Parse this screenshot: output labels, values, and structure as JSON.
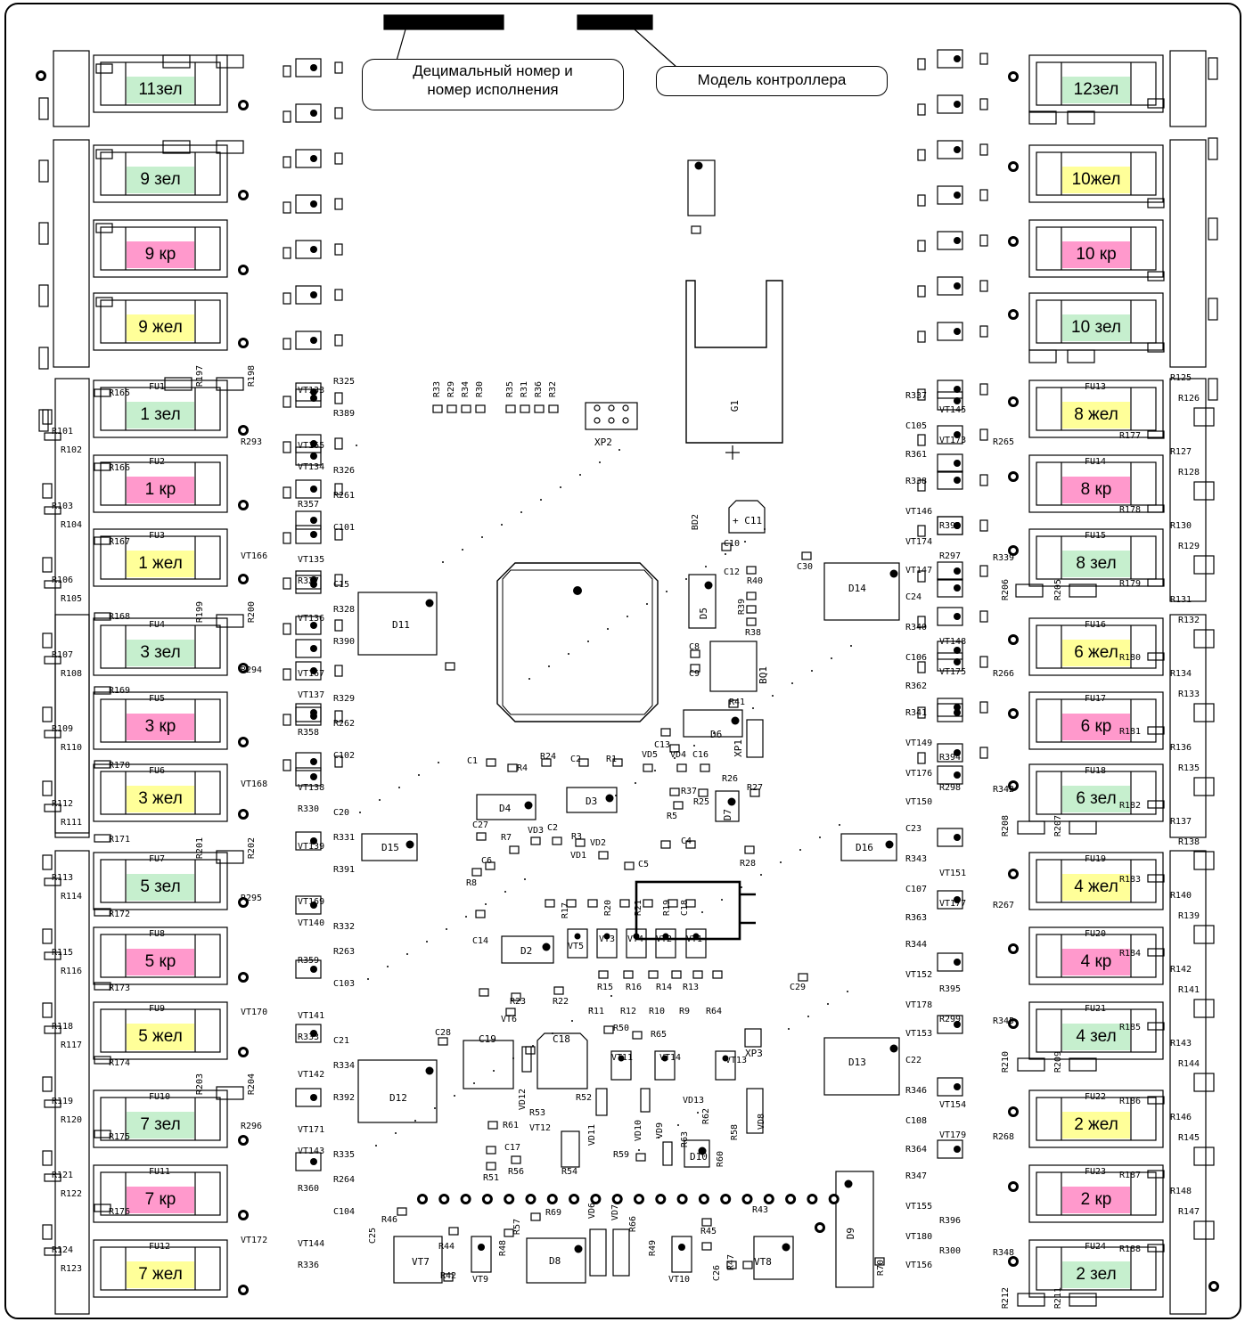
{
  "callouts": {
    "decimal": "Децимальный номер и\nномер исполнения",
    "model": "Модель контроллера"
  },
  "colors": {
    "green": "#c6efce",
    "yellow": "#ffff99",
    "red": "#ff99cc",
    "stroke": "#000000"
  },
  "fuses_left": [
    {
      "fu": "",
      "label": "11зел",
      "color": "green"
    },
    {
      "fu": "",
      "label": "9 зел",
      "color": "green"
    },
    {
      "fu": "",
      "label": "9 кр",
      "color": "red"
    },
    {
      "fu": "",
      "label": "9 жел",
      "color": "yellow"
    },
    {
      "fu": "FU1",
      "label": "1 зел",
      "color": "green"
    },
    {
      "fu": "FU2",
      "label": "1 кр",
      "color": "red"
    },
    {
      "fu": "FU3",
      "label": "1 жел",
      "color": "yellow"
    },
    {
      "fu": "FU4",
      "label": "3 зел",
      "color": "green"
    },
    {
      "fu": "FU5",
      "label": "3 кр",
      "color": "red"
    },
    {
      "fu": "FU6",
      "label": "3 жел",
      "color": "yellow"
    },
    {
      "fu": "FU7",
      "label": "5 зел",
      "color": "green"
    },
    {
      "fu": "FU8",
      "label": "5 кр",
      "color": "red"
    },
    {
      "fu": "FU9",
      "label": "5 жел",
      "color": "yellow"
    },
    {
      "fu": "FU10",
      "label": "7 зел",
      "color": "green"
    },
    {
      "fu": "FU11",
      "label": "7 кр",
      "color": "red"
    },
    {
      "fu": "FU12",
      "label": "7 жел",
      "color": "yellow"
    }
  ],
  "fuses_right": [
    {
      "fu": "",
      "label": "12зел",
      "color": "green"
    },
    {
      "fu": "",
      "label": "10жел",
      "color": "yellow"
    },
    {
      "fu": "",
      "label": "10 кр",
      "color": "red"
    },
    {
      "fu": "",
      "label": "10 зел",
      "color": "green"
    },
    {
      "fu": "FU13",
      "label": "8 жел",
      "color": "yellow"
    },
    {
      "fu": "FU14",
      "label": "8 кр",
      "color": "red"
    },
    {
      "fu": "FU15",
      "label": "8 зел",
      "color": "green"
    },
    {
      "fu": "FU16",
      "label": "6 жел",
      "color": "yellow"
    },
    {
      "fu": "FU17",
      "label": "6 кр",
      "color": "red"
    },
    {
      "fu": "FU18",
      "label": "6 зел",
      "color": "green"
    },
    {
      "fu": "FU19",
      "label": "4 жел",
      "color": "yellow"
    },
    {
      "fu": "FU20",
      "label": "4 кр",
      "color": "red"
    },
    {
      "fu": "FU21",
      "label": "4 зел",
      "color": "green"
    },
    {
      "fu": "FU22",
      "label": "2 жел",
      "color": "yellow"
    },
    {
      "fu": "FU23",
      "label": "2 кр",
      "color": "red"
    },
    {
      "fu": "FU24",
      "label": "2 зел",
      "color": "green"
    }
  ],
  "ics": [
    {
      "name": "D11",
      "label": "D11"
    },
    {
      "name": "D14",
      "label": "D14"
    },
    {
      "name": "D15",
      "label": "D15"
    },
    {
      "name": "D16",
      "label": "D16"
    },
    {
      "name": "D12",
      "label": "D12"
    },
    {
      "name": "D13",
      "label": "D13"
    },
    {
      "name": "D4",
      "label": "D4"
    },
    {
      "name": "D3",
      "label": "D3"
    },
    {
      "name": "D2",
      "label": "D2"
    },
    {
      "name": "D6",
      "label": "D6"
    },
    {
      "name": "D8",
      "label": "D8"
    },
    {
      "name": "D9",
      "label": "D9"
    },
    {
      "name": "D10",
      "label": "D10"
    },
    {
      "name": "BQ1",
      "label": "BQ1"
    },
    {
      "name": "G1",
      "label": "G1"
    },
    {
      "name": "XP2",
      "label": "XP2"
    },
    {
      "name": "XP3",
      "label": "XP3"
    },
    {
      "name": "XP1",
      "label": "XP1"
    },
    {
      "name": "C11",
      "label": "+ C11"
    },
    {
      "name": "C18",
      "label": "C18"
    },
    {
      "name": "C19",
      "label": "C19"
    },
    {
      "name": "VT7",
      "label": "VT7"
    },
    {
      "name": "VT8",
      "label": "VT8"
    },
    {
      "name": "D5",
      "label": "D5"
    },
    {
      "name": "D7",
      "label": "D7"
    }
  ],
  "refs_left_col": [
    "R165",
    "R101",
    "R102",
    "R166",
    "R103",
    "R104",
    "R167",
    "R106",
    "R105",
    "R168",
    "R107",
    "R108",
    "R169",
    "R109",
    "R110",
    "R170",
    "R112",
    "R111",
    "R171",
    "R113",
    "R114",
    "R172",
    "R115",
    "R116",
    "R173",
    "R118",
    "R117",
    "R174",
    "R119",
    "R120",
    "R175",
    "R121",
    "R122",
    "R176",
    "R124",
    "R123"
  ],
  "refs_mid_left": [
    "VT133",
    "R325",
    "R389",
    "R293",
    "VT165",
    "VT134",
    "R326",
    "R357",
    "R261",
    "C101",
    "VT166",
    "VT135",
    "R327",
    "C15",
    "VT136",
    "R328",
    "R390",
    "R294",
    "VT167",
    "VT137",
    "R329",
    "R358",
    "R262",
    "C102",
    "VT168",
    "VT138",
    "R330",
    "C20",
    "VT139",
    "R331",
    "R391",
    "R295",
    "VT169",
    "VT140",
    "R332",
    "R359",
    "R263",
    "C103",
    "VT170",
    "VT141",
    "R333",
    "C21",
    "VT142",
    "R334",
    "R392",
    "R296",
    "VT171",
    "VT143",
    "R335",
    "R360",
    "R264",
    "C104",
    "VT172",
    "VT144",
    "R336"
  ],
  "refs_mid_right": [
    "R337",
    "VT145",
    "C105",
    "VT173",
    "R265",
    "R361",
    "R338",
    "VT146",
    "R393",
    "VT174",
    "R297",
    "R339",
    "VT147",
    "C24",
    "R340",
    "VT148",
    "C106",
    "VT175",
    "R266",
    "R362",
    "R341",
    "VT149",
    "R394",
    "VT176",
    "R298",
    "R342",
    "VT150",
    "C23",
    "R343",
    "VT151",
    "C107",
    "VT177",
    "R267",
    "R363",
    "R344",
    "VT152",
    "R395",
    "VT178",
    "R299",
    "R345",
    "VT153",
    "C22",
    "R346",
    "VT154",
    "C108",
    "VT179",
    "R268",
    "R364",
    "R347",
    "VT155",
    "R396",
    "VT180",
    "R300",
    "R348",
    "VT156"
  ],
  "refs_right_col": [
    "R125",
    "R126",
    "R177",
    "R127",
    "R128",
    "R178",
    "R130",
    "R129",
    "R179",
    "R131",
    "R132",
    "R180",
    "R134",
    "R133",
    "R181",
    "R136",
    "R135",
    "R182",
    "R137",
    "R138",
    "R183",
    "R140",
    "R139",
    "R184",
    "R142",
    "R141",
    "R185",
    "R143",
    "R144",
    "R186",
    "R146",
    "R145",
    "R187",
    "R148",
    "R147",
    "R188"
  ],
  "refs_center": [
    "R33",
    "R29",
    "R34",
    "R30",
    "R35",
    "R31",
    "R36",
    "R32",
    "BD2",
    "C10",
    "C12",
    "R40",
    "R39",
    "R38",
    "C8",
    "C9",
    "C30",
    "R41",
    "C13",
    "VD5",
    "VD4",
    "C16",
    "C1",
    "R4",
    "R24",
    "C2",
    "R1",
    "R37",
    "R26",
    "R27",
    "R25",
    "R5",
    "C27",
    "R7",
    "VD3",
    "C2",
    "VD1",
    "VD2",
    "R3",
    "C4",
    "C5",
    "C6",
    "R8",
    "R28",
    "R17",
    "R20",
    "R21",
    "R19",
    "C18",
    "C14",
    "VT5",
    "VT3",
    "VT4",
    "VT2",
    "VT1",
    "R15",
    "R16",
    "R14",
    "R13",
    "R11",
    "R12",
    "R10",
    "R9",
    "R64",
    "R23",
    "R22",
    "VT6",
    "R50",
    "R65",
    "C28",
    "C29",
    "VD12",
    "R53",
    "VT12",
    "R61",
    "C17",
    "R56",
    "R51",
    "R54",
    "R52",
    "VD11",
    "VT11",
    "VT14",
    "VT13",
    "VD13",
    "VD10",
    "VD9",
    "R63",
    "R62",
    "R58",
    "VD8",
    "R59",
    "R60",
    "C25",
    "R46",
    "R44",
    "R42",
    "VT9",
    "R48",
    "R57",
    "R69",
    "VD6",
    "VD7",
    "R66",
    "R49",
    "VT10",
    "R45",
    "C26",
    "R47",
    "R43",
    "R70"
  ],
  "refs_rotated_left": [
    "R197",
    "R198",
    "R199",
    "R200",
    "R201",
    "R202",
    "R203",
    "R204"
  ],
  "refs_rotated_right": [
    "R206",
    "R205",
    "R208",
    "R207",
    "R210",
    "R209",
    "R212",
    "R211"
  ]
}
